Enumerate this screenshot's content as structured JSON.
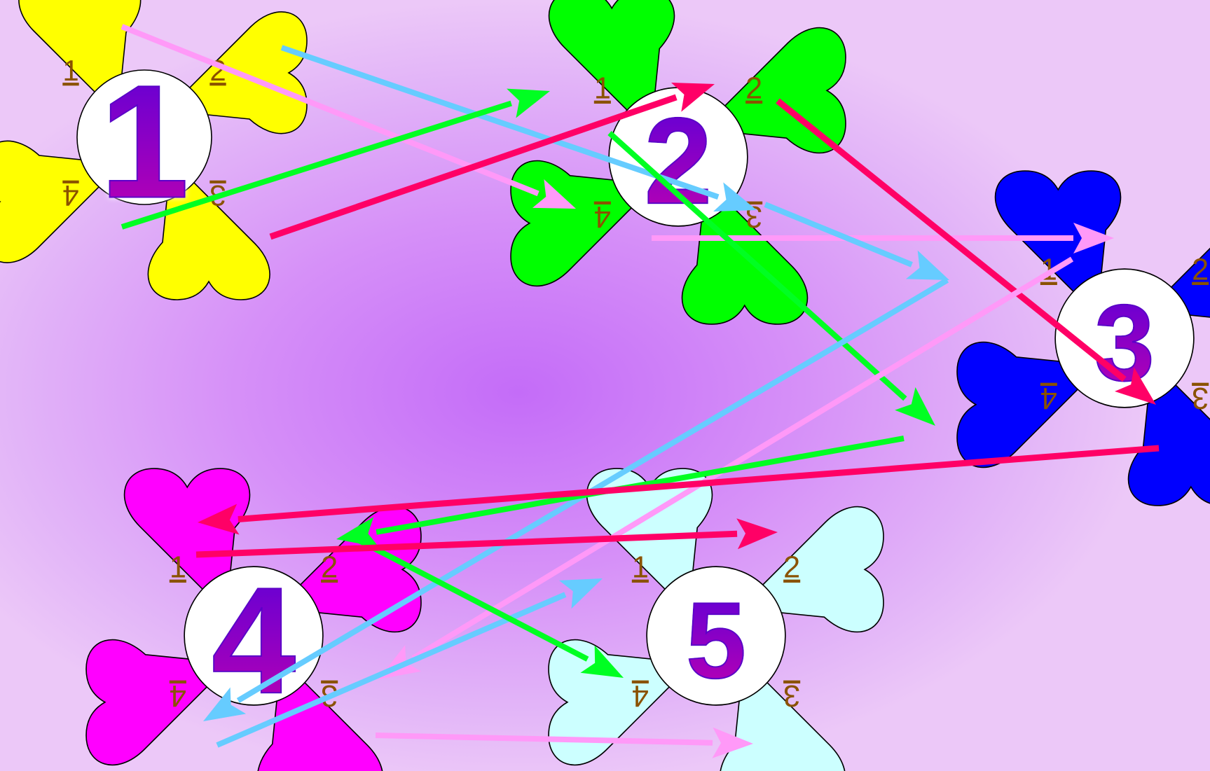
{
  "groups": [
    {
      "id": "1",
      "color": "#ffff00",
      "petals": [
        "1",
        "2",
        "3",
        "4"
      ]
    },
    {
      "id": "2",
      "color": "#00ff00",
      "petals": [
        "1",
        "2",
        "3",
        "4"
      ]
    },
    {
      "id": "3",
      "color": "#0000ff",
      "petals": [
        "1",
        "2",
        "3",
        "4"
      ]
    },
    {
      "id": "4",
      "color": "#ff00ff",
      "petals": [
        "1",
        "2",
        "3",
        "4"
      ]
    },
    {
      "id": "5",
      "color": "#ccffff",
      "petals": [
        "1",
        "2",
        "3",
        "4"
      ]
    }
  ],
  "arrow_colors": {
    "pink": "#ff99f8",
    "blue": "#66ccff",
    "green": "#00ff22",
    "red": "#ff0066"
  },
  "arrows": [
    {
      "color": "pink",
      "from": "1.1",
      "to": "2.4"
    },
    {
      "color": "blue",
      "from": "1.2",
      "to": "2.3"
    },
    {
      "color": "green",
      "from": "1.4",
      "to": "2.1"
    },
    {
      "color": "red",
      "from": "1.3",
      "to": "2.2"
    },
    {
      "color": "pink",
      "from": "2.4",
      "to": "3.2"
    },
    {
      "color": "blue",
      "from": "2.3",
      "to": "3.1"
    },
    {
      "color": "green",
      "from": "2.1",
      "to": "3.4"
    },
    {
      "color": "red",
      "from": "2.2",
      "to": "3.3"
    },
    {
      "color": "pink",
      "from": "3.2",
      "to": "4.3"
    },
    {
      "color": "blue",
      "from": "3.1",
      "to": "4.4"
    },
    {
      "color": "green",
      "from": "3.4",
      "to": "4.2"
    },
    {
      "color": "red",
      "from": "3.3",
      "to": "4.1"
    },
    {
      "color": "pink",
      "from": "4.3",
      "to": "5.3"
    },
    {
      "color": "blue",
      "from": "4.4",
      "to": "5.1"
    },
    {
      "color": "green",
      "from": "4.2",
      "to": "5.4"
    },
    {
      "color": "red",
      "from": "4.1",
      "to": "5.2"
    }
  ]
}
